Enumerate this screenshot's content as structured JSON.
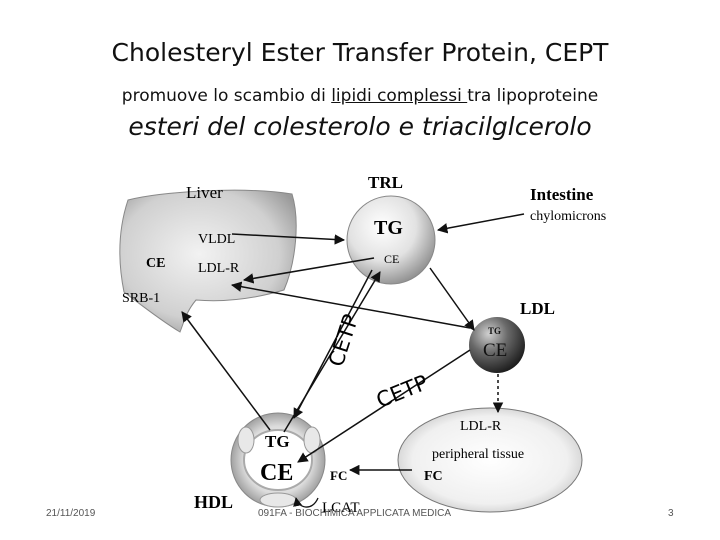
{
  "header": {
    "title": "Cholesteryl Ester Transfer Protein, CEPT",
    "subtitle_pre": "promuove lo scambio di ",
    "subtitle_underlined": "lipidi complessi ",
    "subtitle_post": "tra lipoproteine",
    "subtitle2": "esteri del colesterolo e triacilglcerolo"
  },
  "diagram": {
    "liver": {
      "label": "Liver",
      "vldl": "VLDL",
      "ce": "CE",
      "ldlr": "LDL-R",
      "srb1": "SRB-1"
    },
    "trl": {
      "label": "TRL",
      "tg": "TG",
      "ce": "CE"
    },
    "intestine": {
      "label": "Intestine",
      "sub": "chylomicrons"
    },
    "ldl": {
      "label": "LDL",
      "tg": "TG",
      "ce": "CE"
    },
    "peripheral": {
      "ldlr": "LDL-R",
      "label": "peripheral tissue",
      "fc": "FC"
    },
    "hdl": {
      "label": "HDL",
      "tg": "TG",
      "ce": "CE",
      "fc": "FC",
      "lcat": "LCAT"
    },
    "cetp1": "CETP",
    "cetp2": "CETP"
  },
  "footer": {
    "date": "21/11/2019",
    "course": "091FA - BIOCHIMICA APPLICATA MEDICA",
    "page": "3"
  },
  "colors": {
    "liver_fill": "#d9d9d9",
    "sphere_light": "#f4f4f4",
    "sphere_dark": "#7a7a7a",
    "ldl_dark": "#2a2a2a"
  }
}
